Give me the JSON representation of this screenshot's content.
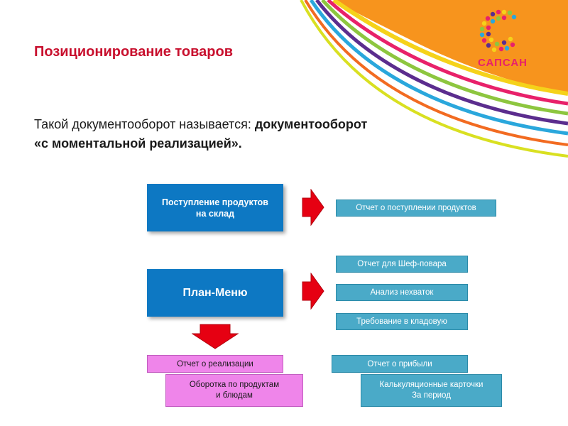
{
  "title": "Позиционирование товаров",
  "subtitle": {
    "lead": "Такой документооборот называется:",
    "emphasis_line1": "документооборот",
    "emphasis_line2": "«с моментальной реализацией»."
  },
  "logo": {
    "text": "САПСАН"
  },
  "diagram": {
    "source_boxes": {
      "receipt_line1": "Поступление продуктов",
      "receipt_line2": "на склад",
      "plan_menu": "План-Меню"
    },
    "outputs": {
      "receipt_report": "Отчет о поступлении продуктов",
      "chef_report": "Отчет для Шеф-повара",
      "shortage_analysis": "Анализ нехваток",
      "pantry_request": "Требование в кладовую",
      "sales_report": "Отчет о реализации",
      "turnover_line1": "Оборотка по продуктам",
      "turnover_line2": "и блюдам",
      "profit_report": "Отчет о прибыли",
      "costing_cards_line1": "Калькуляционные карточки",
      "costing_cards_line2": "За период"
    }
  },
  "colors": {
    "title": "#c8102e",
    "box_blue": "#0d78c3",
    "box_teal": "#4aaac8",
    "box_pink": "#ef85ea",
    "arrow_red": "#e60012",
    "logo_orange": "#f7941d"
  }
}
